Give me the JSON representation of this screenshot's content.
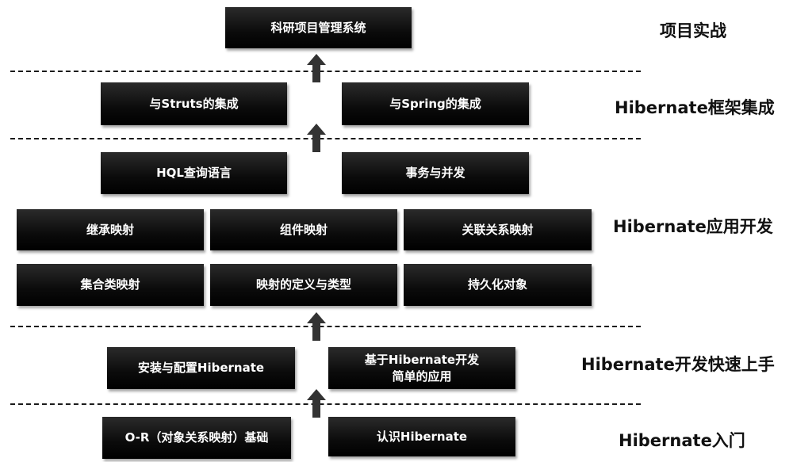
{
  "stages": {
    "s1": "项目实战",
    "s2": "Hibernate框架集成",
    "s3": "Hibernate应用开发",
    "s4": "Hibernate开发快速上手",
    "s5": "Hibernate入门"
  },
  "boxes": {
    "project": "科研项目管理系统",
    "struts": "与Struts的集成",
    "spring": "与Spring的集成",
    "hql": "HQL查询语言",
    "transaction": "事务与并发",
    "inheritance": "继承映射",
    "component": "组件映射",
    "association": "关联关系映射",
    "collection": "集合类映射",
    "mapping_types": "映射的定义与类型",
    "persistence": "持久化对象",
    "install": "安装与配置Hibernate",
    "simple_app_line1": "基于Hibernate开发",
    "simple_app_line2": "简单的应用",
    "orm": "O-R（对象关系映射）基础",
    "intro": "认识Hibernate"
  },
  "colors": {
    "box": "#000000",
    "box_text": "#ffffff",
    "line": "#1a1a1a",
    "arrow": "#333333"
  }
}
